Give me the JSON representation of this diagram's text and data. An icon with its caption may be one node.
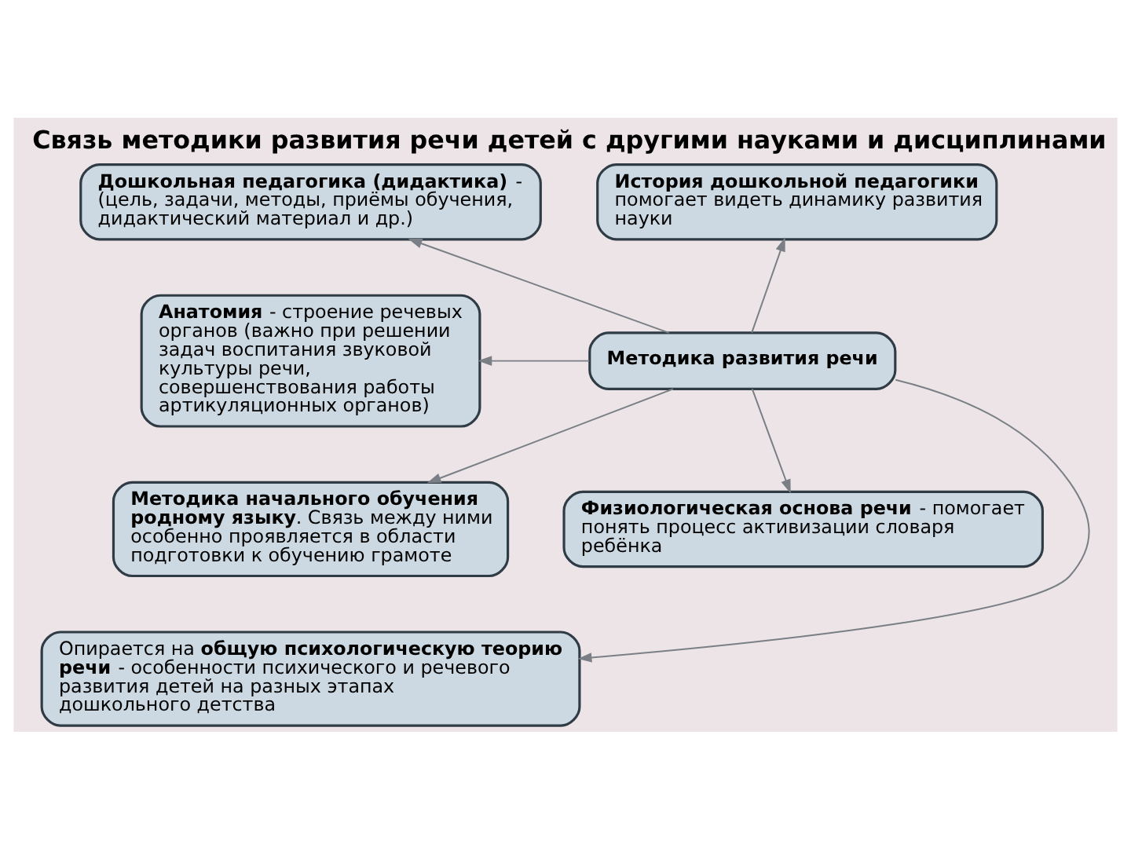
{
  "diagram": {
    "title": "Связь методики развития речи детей с другими науками и дисциплинами",
    "nodes": [
      {
        "text": [
          "**Дошкольная педагогика (дидактика)** - (цель, задачи, методы, приёмы обучения, дидактический материал и др.)"
        ]
      },
      {
        "text": [
          "**История дошкольной педагогики** помогает видеть динамику развития науки"
        ]
      },
      {
        "text": [
          "**Анатомия** - строение речевых органов (важно при решении задач воспитания звуковой культуры речи, совершенствования работы артикуляционных органов)"
        ]
      },
      {
        "text": [
          "Методика развития речи"
        ]
      },
      {
        "text": [
          "**Методика начального обучения родному языку**. Связь между ними особенно проявляется в области подготовки к обучению грамоте"
        ]
      },
      {
        "text": [
          "**Физиологическая основа речи** - помогает понять процесс активизации словаря ребёнка"
        ]
      },
      {
        "text": [
          "Опирается на **общую психологическую теорию речи** - особенности психического и речевого развития детей на разных этапах дошкольного детства"
        ]
      }
    ],
    "edges": [
      {
        "from": 3,
        "to": 0,
        "arrow": "to"
      },
      {
        "from": 3,
        "to": 1,
        "arrow": "to"
      },
      {
        "from": 3,
        "to": 2,
        "arrow": "to"
      },
      {
        "from": 3,
        "to": 4,
        "arrow": "to"
      },
      {
        "from": 3,
        "to": 5,
        "arrow": "to"
      },
      {
        "from": 3,
        "to": 6,
        "arrow": "to"
      }
    ]
  }
}
